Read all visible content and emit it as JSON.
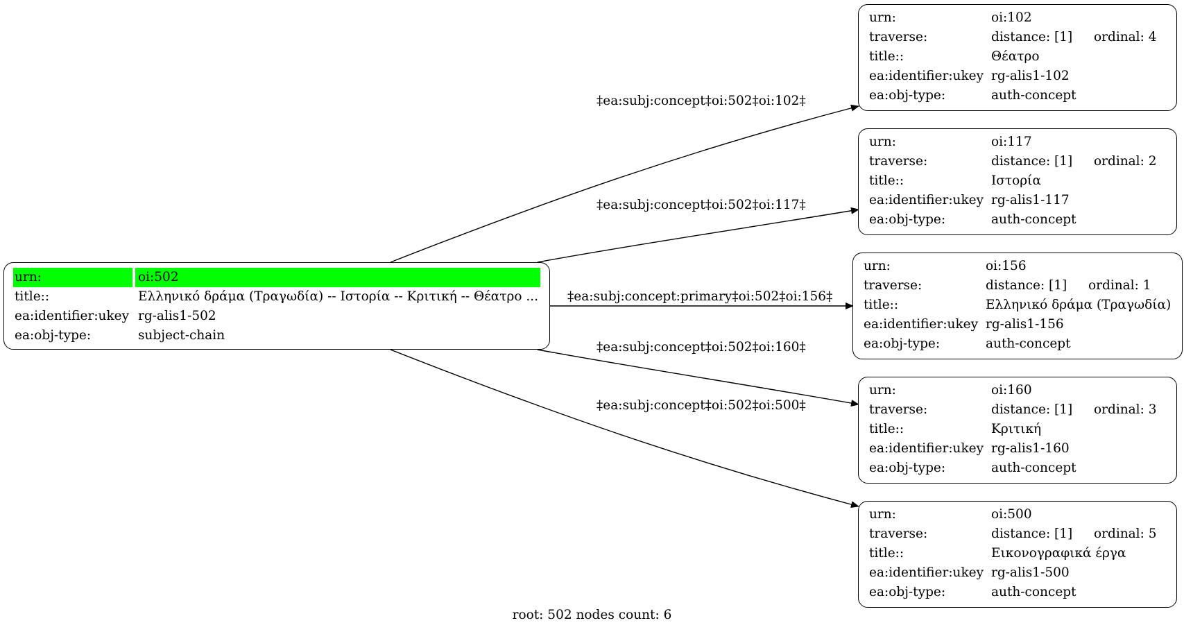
{
  "root": {
    "rows": [
      {
        "key": "urn:",
        "value": "oi:502"
      },
      {
        "key": "title::",
        "value": "Ελληνικό δράμα (Τραγωδία) -- Ιστορία -- Κριτική -- Θέατρο ..."
      },
      {
        "key": "ea:identifier:ukey",
        "value": "rg-alis1-502"
      },
      {
        "key": "ea:obj-type:",
        "value": "subject-chain"
      }
    ],
    "highlight_color": "#00ff00"
  },
  "children": [
    {
      "urn": "oi:102",
      "distance": "distance: [1]",
      "ordinal": "ordinal: 4",
      "title": "Θέατρο",
      "ukey": "rg-alis1-102",
      "obj_type": "auth-concept",
      "edge_label": "‡ea:subj:concept‡oi:502‡oi:102‡"
    },
    {
      "urn": "oi:117",
      "distance": "distance: [1]",
      "ordinal": "ordinal: 2",
      "title": "Ιστορία",
      "ukey": "rg-alis1-117",
      "obj_type": "auth-concept",
      "edge_label": "‡ea:subj:concept‡oi:502‡oi:117‡"
    },
    {
      "urn": "oi:156",
      "distance": "distance: [1]",
      "ordinal": "ordinal: 1",
      "title": "Ελληνικό δράμα (Τραγωδία)",
      "ukey": "rg-alis1-156",
      "obj_type": "auth-concept",
      "edge_label": "‡ea:subj:concept:primary‡oi:502‡oi:156‡"
    },
    {
      "urn": "oi:160",
      "distance": "distance: [1]",
      "ordinal": "ordinal: 3",
      "title": "Κριτική",
      "ukey": "rg-alis1-160",
      "obj_type": "auth-concept",
      "edge_label": "‡ea:subj:concept‡oi:502‡oi:160‡"
    },
    {
      "urn": "oi:500",
      "distance": "distance: [1]",
      "ordinal": "ordinal: 5",
      "title": "Εικονογραφικά έργα",
      "ukey": "rg-alis1-500",
      "obj_type": "auth-concept",
      "edge_label": "‡ea:subj:concept‡oi:502‡oi:500‡"
    }
  ],
  "labels": {
    "urn": "urn:",
    "traverse": "traverse:",
    "title": "title::",
    "ukey": "ea:identifier:ukey",
    "obj_type": "ea:obj-type:"
  },
  "caption": "root: 502 nodes count: 6"
}
